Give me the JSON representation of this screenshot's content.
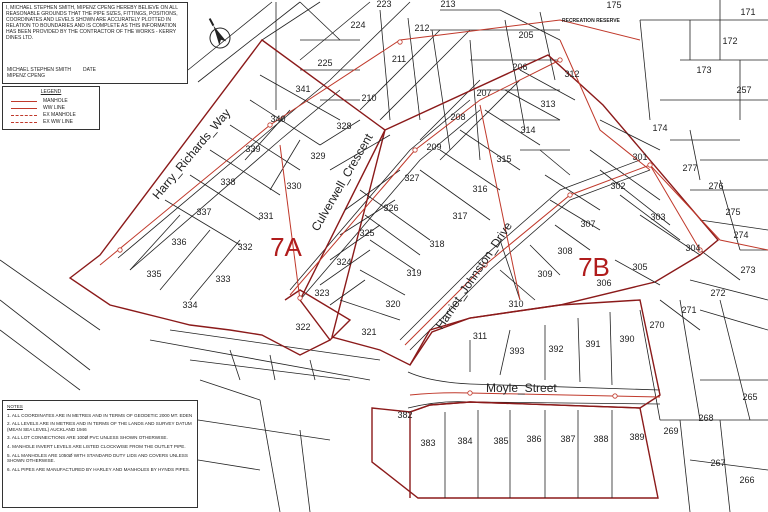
{
  "certificate": {
    "text": "I, MICHAEL STEPHEN SMITH, MIPENZ CPENG HEREBY BELIEVE ON ALL REASONABLE GROUNDS THAT THE PIPE SIZES, FITTINGS, POSITIONS, COORDINATES AND LEVELS SHOWN ARE ACCURATELY PLOTTED IN RELATION TO BOUNDARIES AND IS COMPLETE AS THIS INFORMATION HAS BEEN PROVIDED BY THE CONTRACTOR OF THE WORKS - KERRY DINES LTD.",
    "signatory": "MICHAEL STEPHEN SMITH",
    "signatory_title": "MIPENZ CPENG",
    "date_label": "DATE"
  },
  "legend": {
    "title": "LEGEND",
    "items": [
      "MANHOLE",
      "WW LINE",
      "EX MANHOLE",
      "EX WW LINE"
    ]
  },
  "notes": {
    "title": "NOTES",
    "items": [
      "1. ALL COORDINATES ARE IN METRES AND IN TERMS OF GEODETIC 2000 MT. EDEN",
      "2. ALL LEVELS ARE IN METRES AND IN TERMS OF THE LANDS AND SURVEY DATUM (MEAN SEA LEVEL) AUCKLAND 1946",
      "3. ALL LOT CONNECTIONS ARE 100Ø PVC UNLESS SHOWN OTHERWISE.",
      "4. MANHOLE INVERT LEVELS ARE LISTED CLOCKWISE FROM THE OUTLET PIPE.",
      "5. ALL MANHOLES ARE 1050Ø WITH STANDARD DUTY LIDS AND COVERS UNLESS SHOWN OTHERWISE.",
      "6. ALL PIPES ARE MANUFACTURED BY HARLEY AND MANHOLES BY HYNDS PIPES."
    ]
  },
  "streets": {
    "harry_richards": "Harry_Richards_Way",
    "culverwell": "Culverwell_Crescent",
    "harriet_johnston": "Harriet_Johnston_Drive",
    "moyle": "Moyle_Street"
  },
  "reserve_label": "RECREATION RESERVE",
  "stages": [
    "7A",
    "7B"
  ],
  "stage_color": "#b01c1c",
  "pipe_color": "#c0392b",
  "lots": {
    "l175": "175",
    "l171": "171",
    "l172": "172",
    "l173": "173",
    "l257": "257",
    "l174": "174",
    "l277": "277",
    "l276": "276",
    "l275": "275",
    "l274": "274",
    "l273": "273",
    "l272": "272",
    "l271": "271",
    "l270": "270",
    "l269": "269",
    "l268": "268",
    "l267": "267",
    "l266": "266",
    "l265": "265",
    "l223": "223",
    "l213": "213",
    "l224": "224",
    "l212": "212",
    "l225": "225",
    "l211": "211",
    "l210": "210",
    "l209": "209",
    "l208": "208",
    "l207": "207",
    "l206": "206",
    "l205": "205",
    "l341": "341",
    "l340": "340",
    "l339": "339",
    "l338": "338",
    "l337": "337",
    "l336": "336",
    "l335": "335",
    "l334": "334",
    "l333": "333",
    "l332": "332",
    "l331": "331",
    "l330": "330",
    "l329": "329",
    "l328": "328",
    "l327": "327",
    "l326": "326",
    "l325": "325",
    "l324": "324",
    "l323": "323",
    "l322": "322",
    "l321": "321",
    "l320": "320",
    "l319": "319",
    "l318": "318",
    "l317": "317",
    "l316": "316",
    "l315": "315",
    "l314": "314",
    "l313": "313",
    "l312": "312",
    "l311": "311",
    "l310": "310",
    "l309": "309",
    "l308": "308",
    "l307": "307",
    "l306": "306",
    "l305": "305",
    "l304": "304",
    "l303": "303",
    "l302": "302",
    "l301": "301",
    "l393": "393",
    "l392": "392",
    "l391": "391",
    "l390": "390",
    "l382": "382",
    "l383": "383",
    "l384": "384",
    "l385": "385",
    "l386": "386",
    "l387": "387",
    "l388": "388",
    "l389": "389"
  }
}
